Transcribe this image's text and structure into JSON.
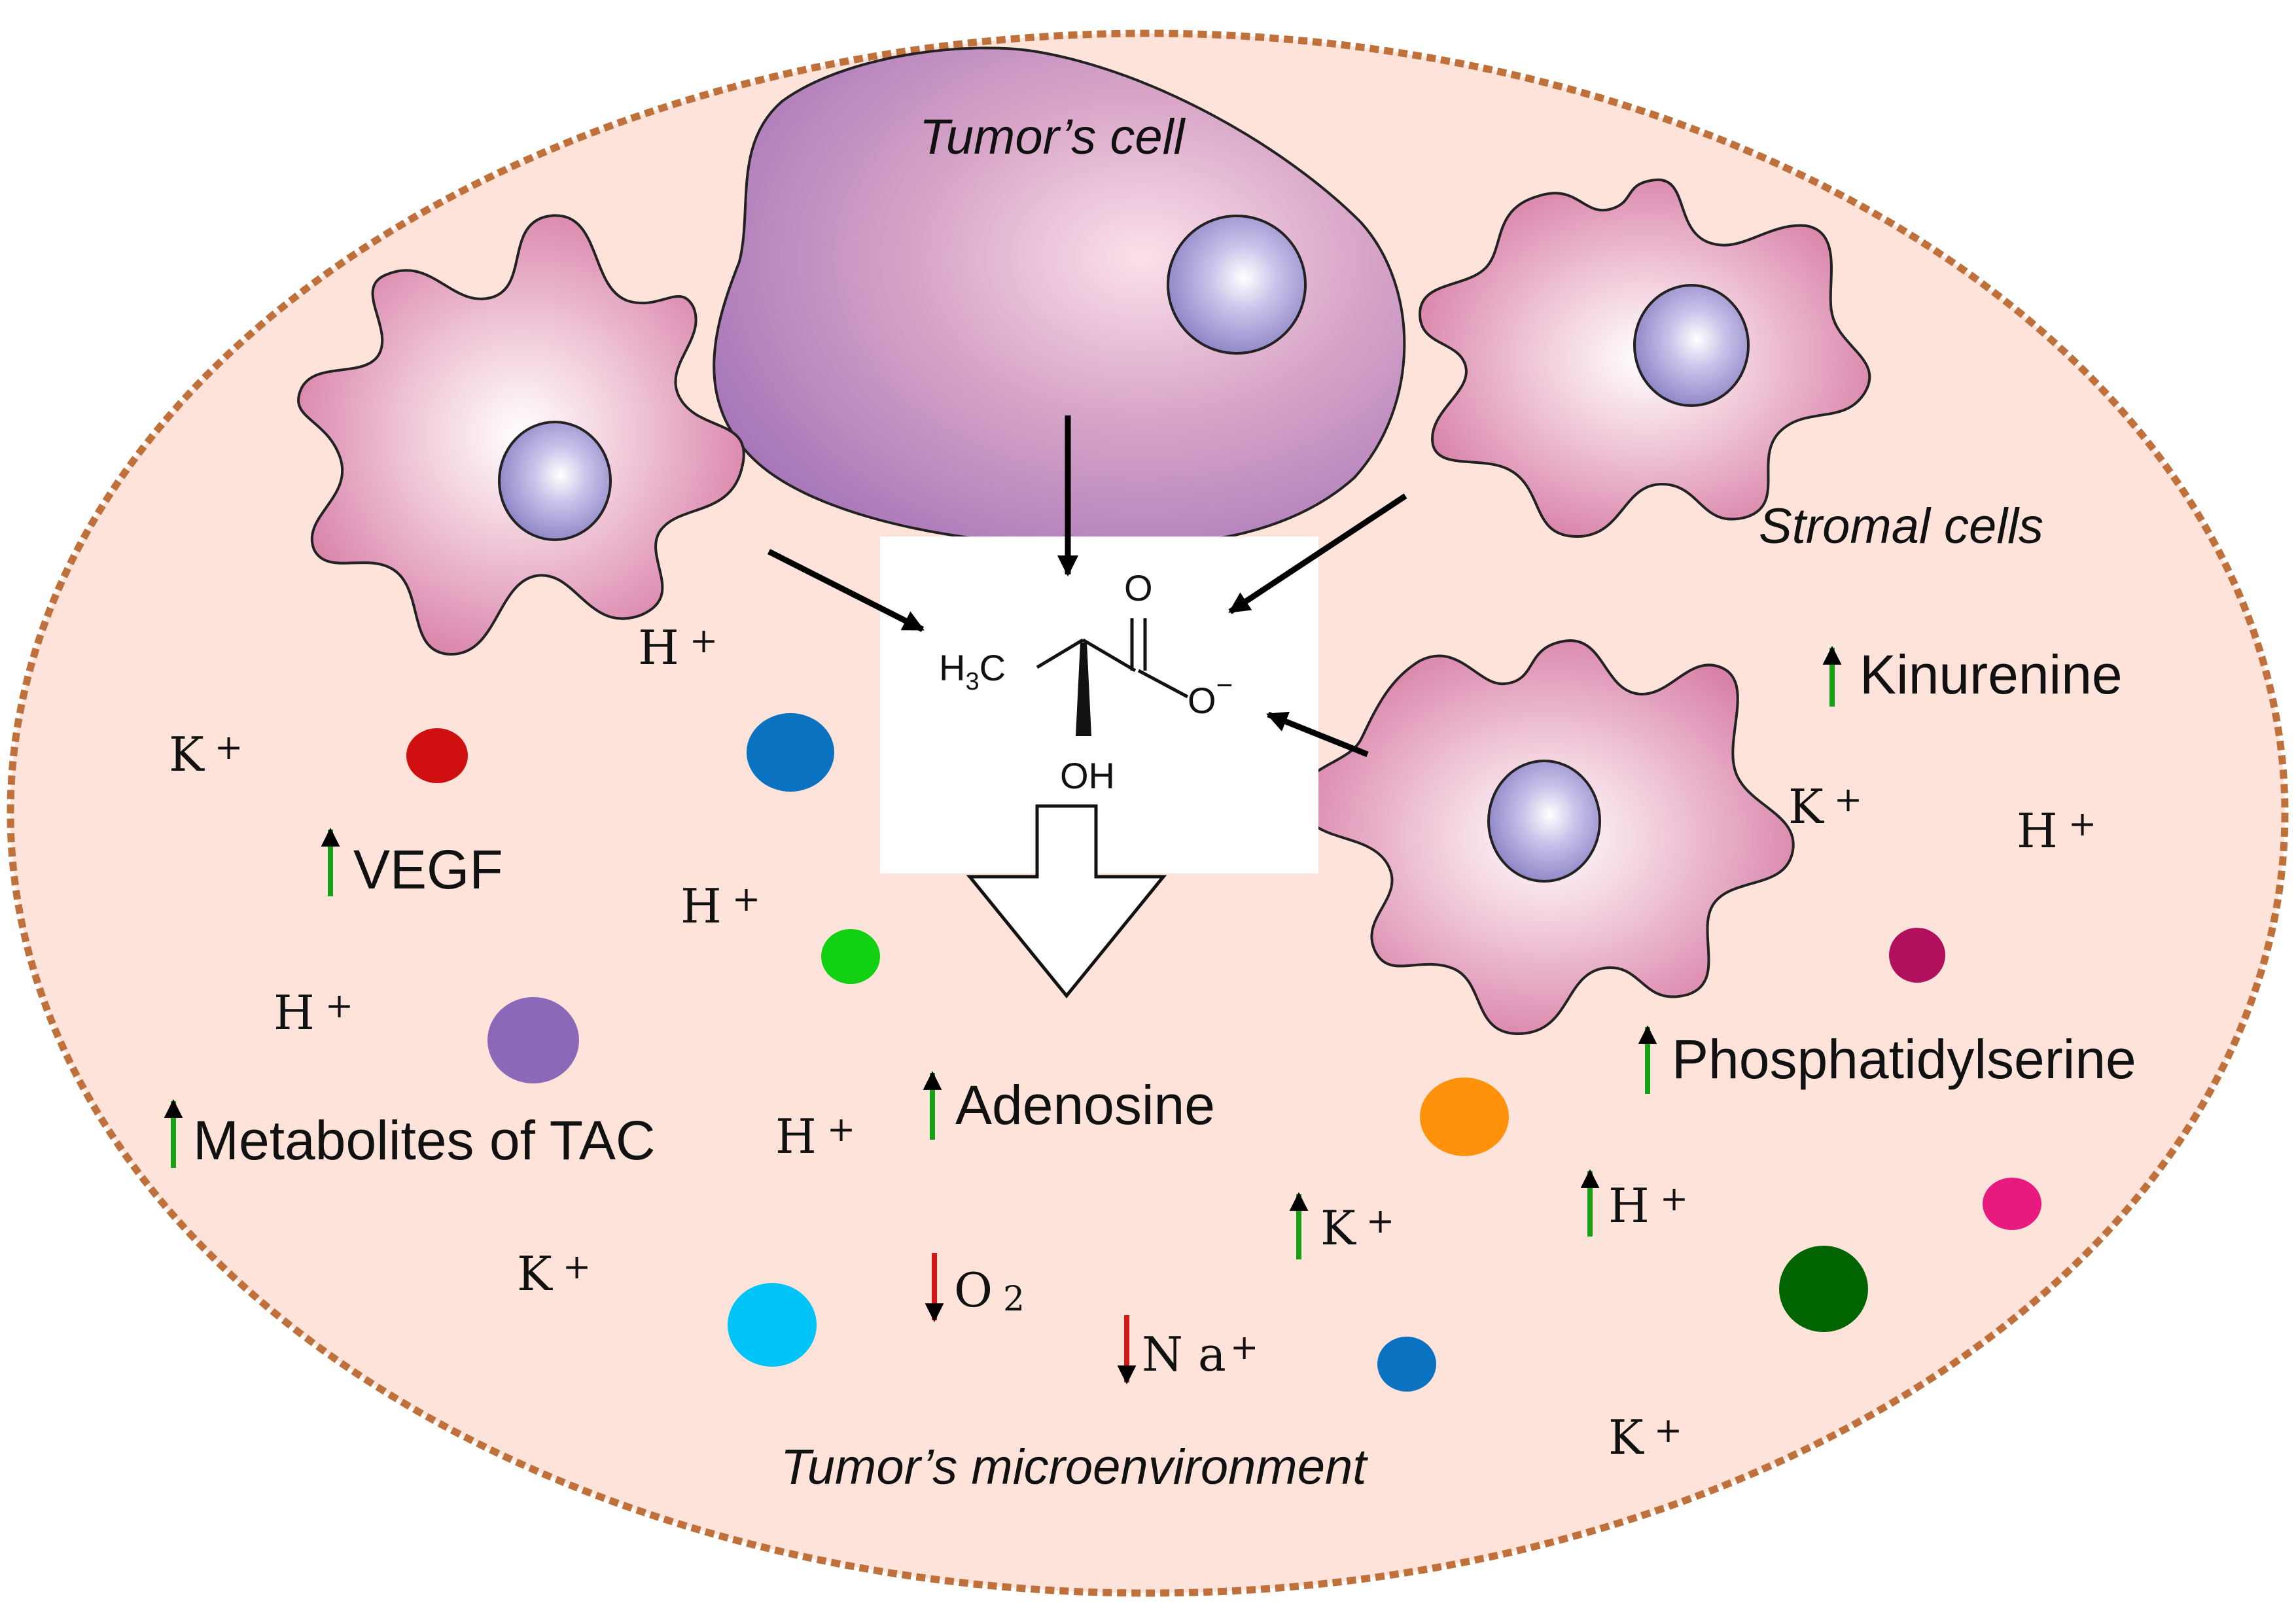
{
  "labels": {
    "tumor_cell": "Tumor’s cell",
    "stromal_cells": "Stromal cells",
    "microenvironment": "Tumor’s microenvironment"
  },
  "factors": {
    "kinurenine": "Kinurenine",
    "vegf": "VEGF",
    "phosphatidylserine": "Phosphatidylserine",
    "adenosine": "Adenosine",
    "metabolites": "Metabolites of TAC"
  },
  "ions": {
    "k": "K",
    "h": "H",
    "o": "O",
    "na": "N a",
    "plus": "+",
    "two": "2"
  },
  "molecule": {
    "h3c_h": "H",
    "h3c_3": "3",
    "h3c_c": "C",
    "oxygen": "O",
    "minus": "−",
    "hydroxyl": "OH"
  },
  "colors": {
    "up_arrow": "#16a016",
    "down_arrow": "#d01818",
    "border": "#c0703a",
    "background": "#fde3da",
    "tumor_cell": "#b07cc0",
    "stromal_cell": "#d77ca3",
    "nucleus": "#a9a0d8"
  }
}
